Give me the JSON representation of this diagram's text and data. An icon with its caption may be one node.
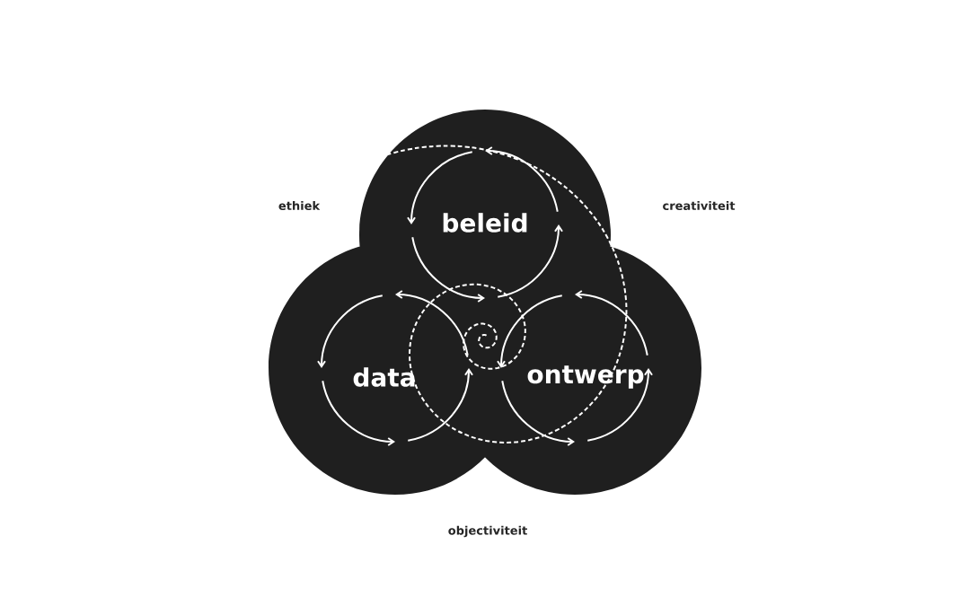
{
  "diagram": {
    "nodes": [
      {
        "text": [
          "beleid"
        ]
      },
      {
        "text": [
          "data"
        ]
      },
      {
        "text": [
          "ontwerp"
        ]
      }
    ],
    "labels": [
      "ethiek",
      "creativiteit",
      "objectiviteit"
    ]
  }
}
